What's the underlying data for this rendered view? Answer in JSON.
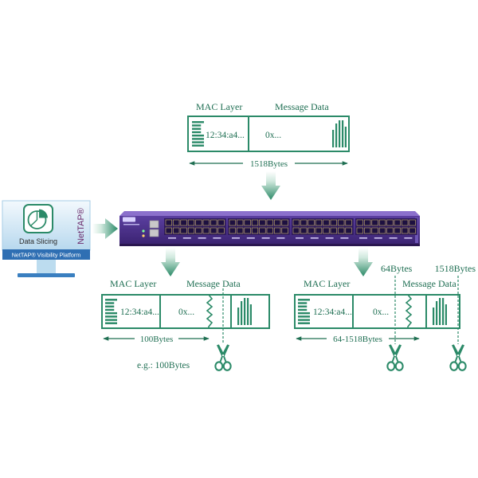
{
  "colors": {
    "accent": "#2b8a68",
    "text": "#1e6e52",
    "switch_body": "#4b2f8a",
    "platform_bar": "#2f6fb3",
    "brand": "#6b2a6b"
  },
  "icons": {
    "monitor": "pie-chart-icon",
    "cutter": "scissors-icon",
    "header": "header-stripes-icon",
    "payload": "payload-bars-icon"
  },
  "top_frame": {
    "mac_label": "MAC Layer",
    "msg_label": "Message Data",
    "mac_value": "12:34:a4...",
    "msg_value": "0x...",
    "size_label": "1518Bytes"
  },
  "monitor": {
    "title": "Data Slicing",
    "platform": "NetTAP® Visibility Platform",
    "brand": "NetTAP®"
  },
  "left_frame": {
    "mac_label": "MAC Layer",
    "msg_label": "Message Data",
    "mac_value": "12:34:a4...",
    "msg_value": "0x...",
    "size_label": "100Bytes",
    "example": "e.g.: 100Bytes"
  },
  "right_frame": {
    "mac_label": "MAC Layer",
    "msg_label": "Message Data",
    "mac_value": "12:34:a4...",
    "msg_value": "0x...",
    "size_label": "64-1518Bytes",
    "min_label": "64Bytes",
    "max_label": "1518Bytes"
  }
}
